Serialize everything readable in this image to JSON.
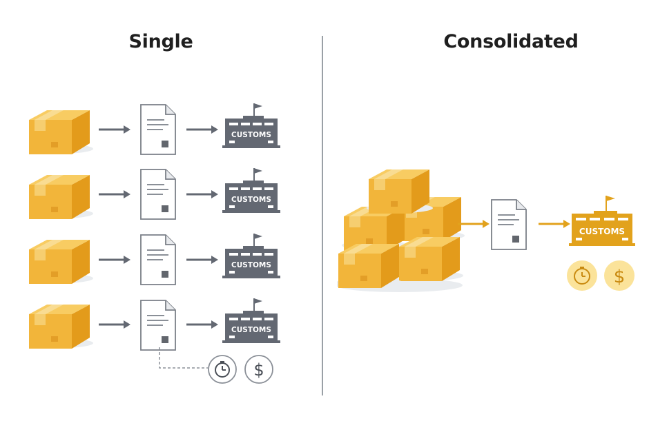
{
  "single": {
    "title": "Single"
  },
  "consolidated": {
    "title": "Consolidated"
  },
  "customs_label": "CUSTOMS",
  "icons": {
    "box": "package-box-icon",
    "doc": "document-icon",
    "customs": "customs-building-icon",
    "clock": "clock-icon",
    "dollar": "dollar-icon"
  },
  "colors": {
    "box_light": "#F6C250",
    "box_mid": "#EFAE2E",
    "box_dark": "#E39B1B",
    "tape": "#F8D889",
    "gray": "#636872",
    "line": "#8a8f97",
    "accent": "#E2A21C",
    "accent_bg": "#FBE39A"
  },
  "glyphs": {
    "dollar": "$"
  }
}
